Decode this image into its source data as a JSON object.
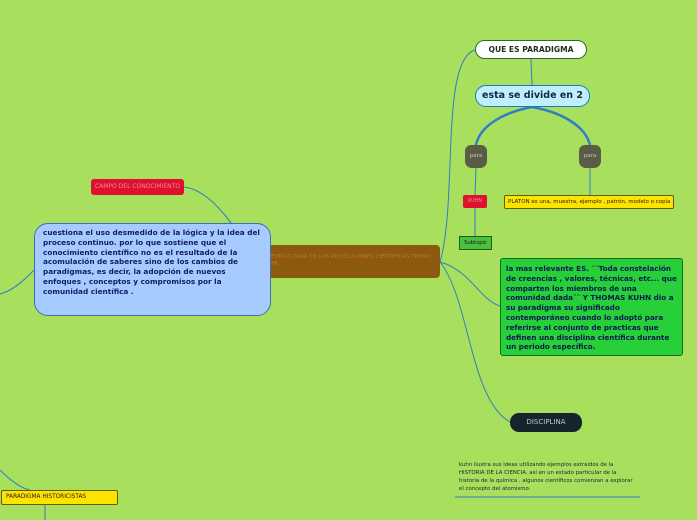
{
  "map": {
    "central_topic": "LA ESTRUCTURA DE LAS REVOLUCIONES CIENTIFICAS TOMAS KUHN",
    "campo": "CAMPO DEL CONOCIMIENTO",
    "cuestiona": "cuestiona el uso desmedido de la lógica y la idea del proceso continuo. por lo que sostiene que el conocimiento científico no es el resultado de la acomulación de saberes sino de los cambios de paradigmas, es decir, la adopción de nuevos enfoques , conceptos y compromisos por la comunidad científica .",
    "que_es": "QUE ES PARADIGMA",
    "divide": "esta se divide en 2",
    "para_left": "para",
    "para_right": "para",
    "kuhn": "KUHN",
    "platon": "PLATON es una, muestra, ejemplo , patrón, modelo o copia",
    "subtopic": "Subtopic",
    "mas_relevante": "la mas relevante ES. ¨¨Toda constelación de creencias , valores, técnicas, etc... que comparten los miembros de una comunidad dada¨¨ Y THOMAS KUHN dio a su paradigma su significado contemporáneo cuando lo adoptó para referirse al conjunto de practicas que definen una disciplina científica durante un periodo específico.",
    "disciplina": "DISCIPLINA",
    "kuhn_ilustra": "kuhn ilustra sus ideas utilizando ejemplos extraidos de la HISTORIA DE LA CIENCIA. así en un estado particular de la historia de la química , algunos científicos comienzan a explorar el concepto del atomismo.",
    "paradigma_historicistas": "PARADIGMA HISTORICISTAS"
  },
  "colors": {
    "background": "#a8df5d",
    "connector": "#2f7fc4"
  }
}
